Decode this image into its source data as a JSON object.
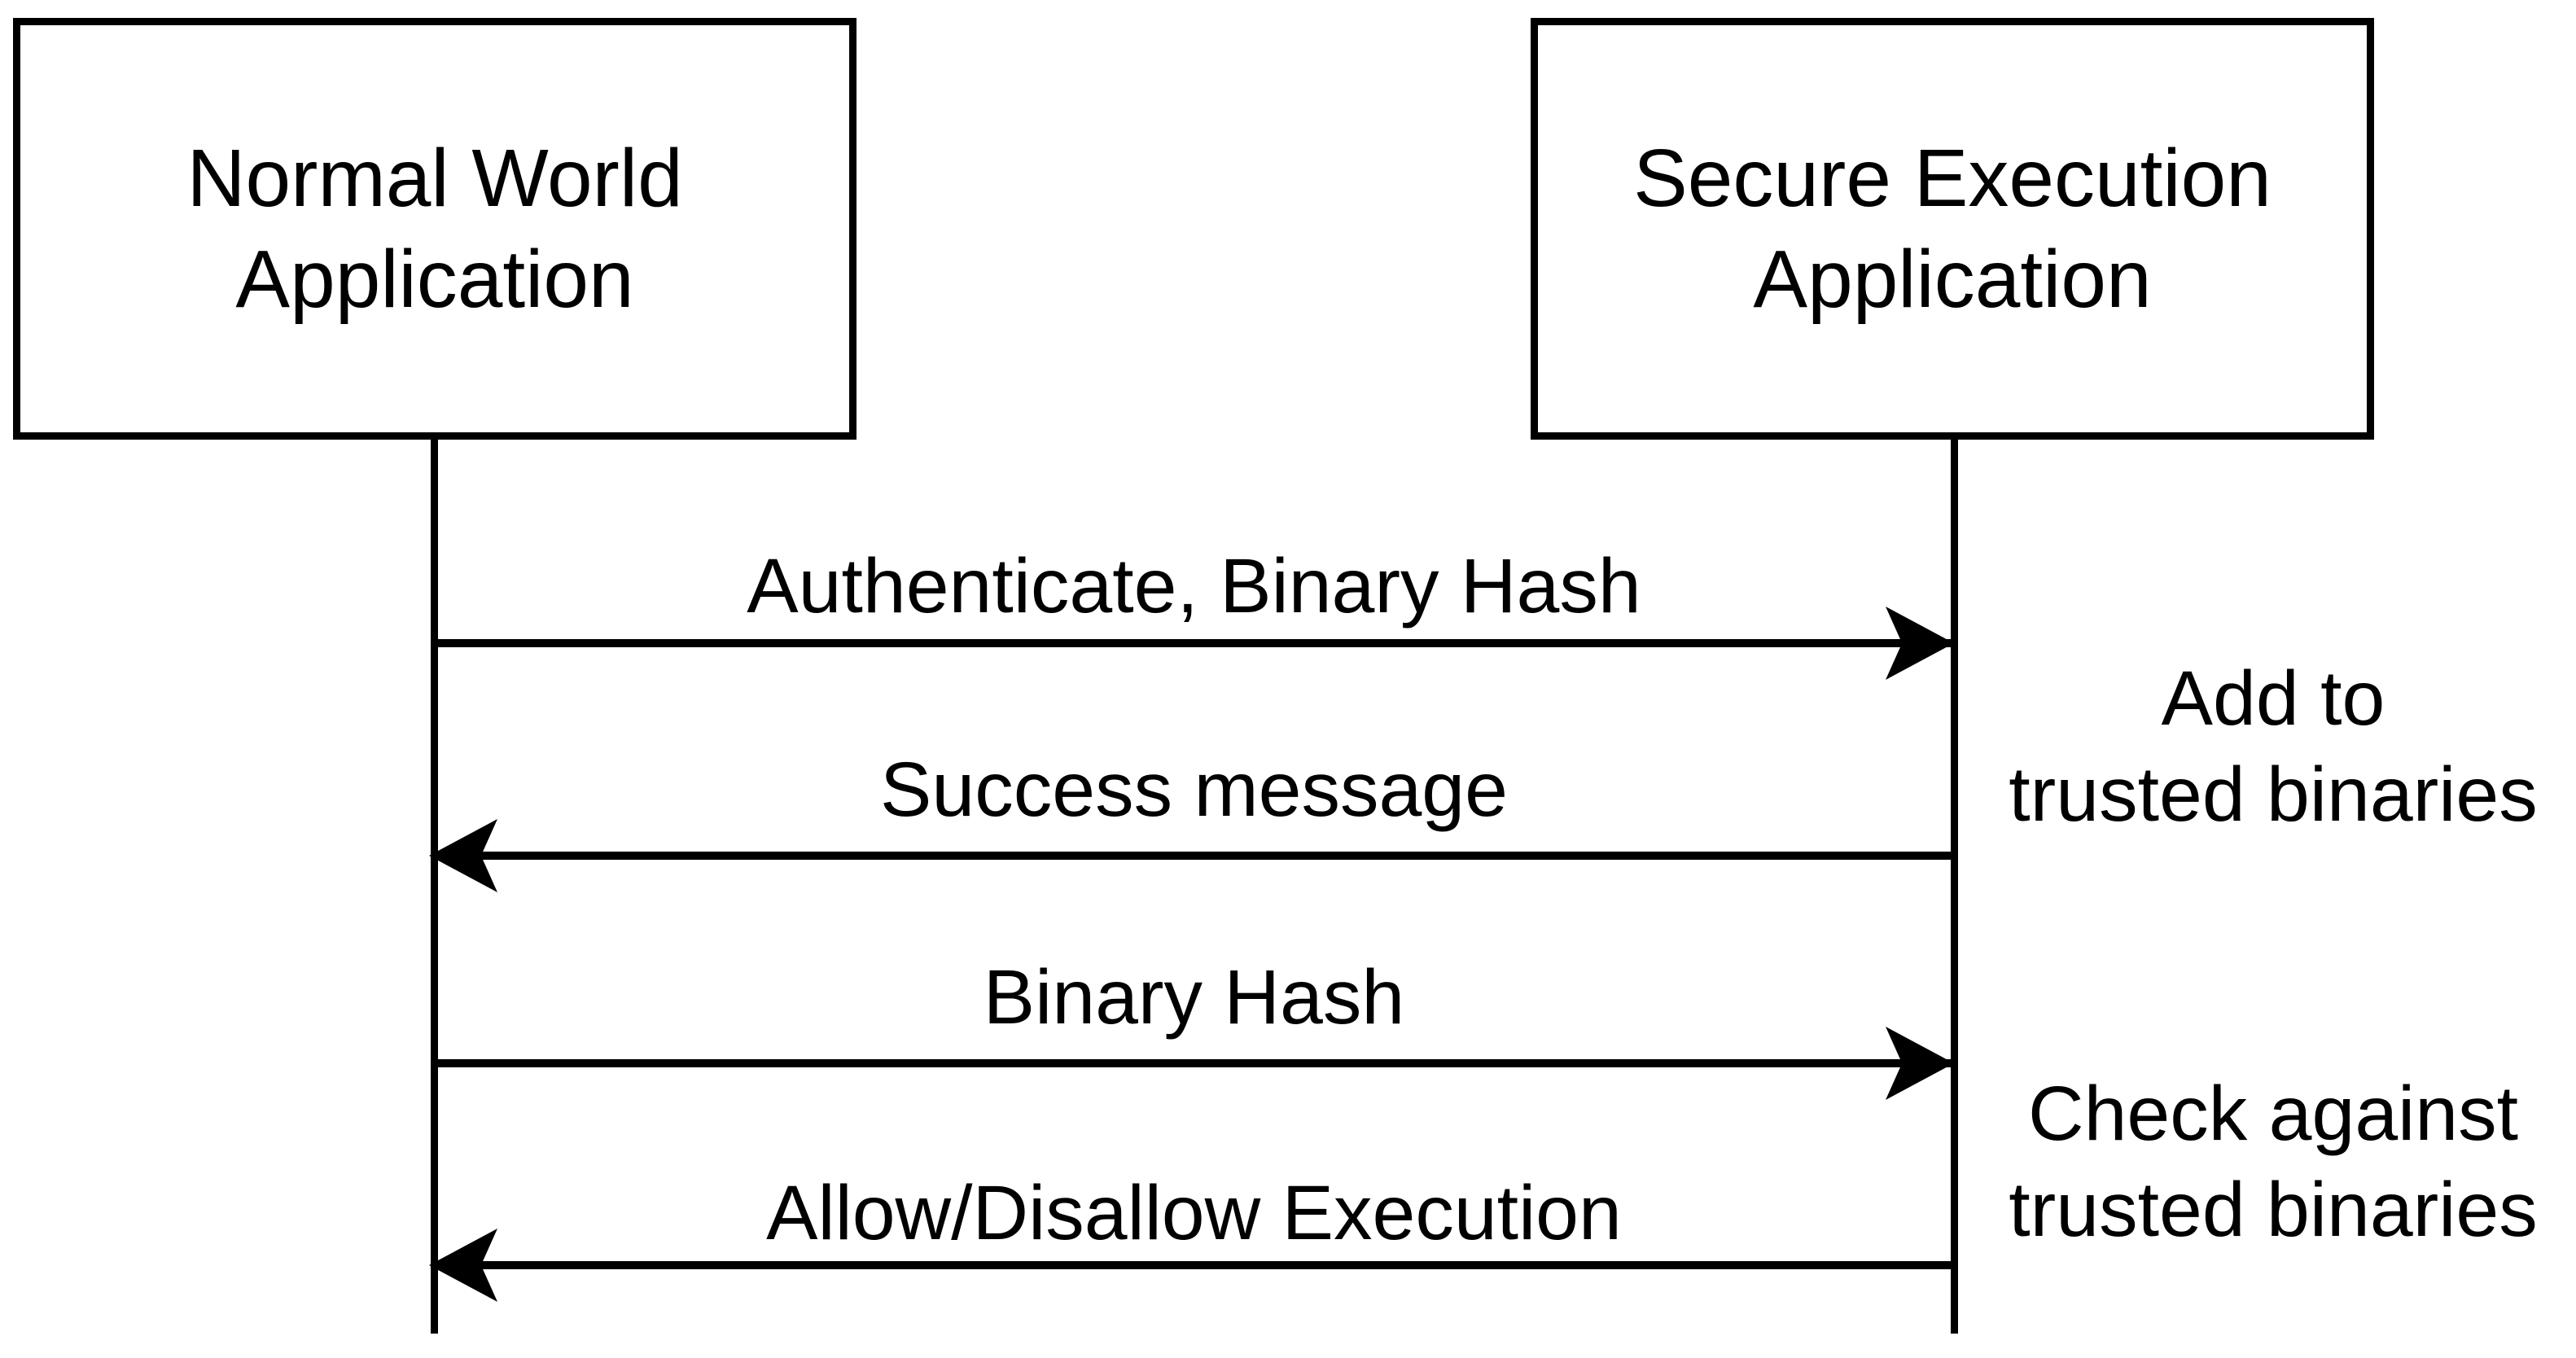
{
  "colors": {
    "background": "#ffffff",
    "line": "#000000",
    "text": "#000000"
  },
  "actors": [
    {
      "id": "normal-world",
      "label": "Normal World\nApplication"
    },
    {
      "id": "secure-execution",
      "label": "Secure Execution\nApplication"
    }
  ],
  "messages": [
    {
      "label": "Authenticate, Binary Hash",
      "direction": "right"
    },
    {
      "label": "Success message",
      "direction": "left"
    },
    {
      "label": "Binary Hash",
      "direction": "right"
    },
    {
      "label": "Allow/Disallow Execution",
      "direction": "left"
    }
  ],
  "notes": [
    {
      "label": "Add to\ntrusted binaries",
      "attached_to": "secure-execution"
    },
    {
      "label": "Check against\ntrusted binaries",
      "attached_to": "secure-execution"
    }
  ]
}
